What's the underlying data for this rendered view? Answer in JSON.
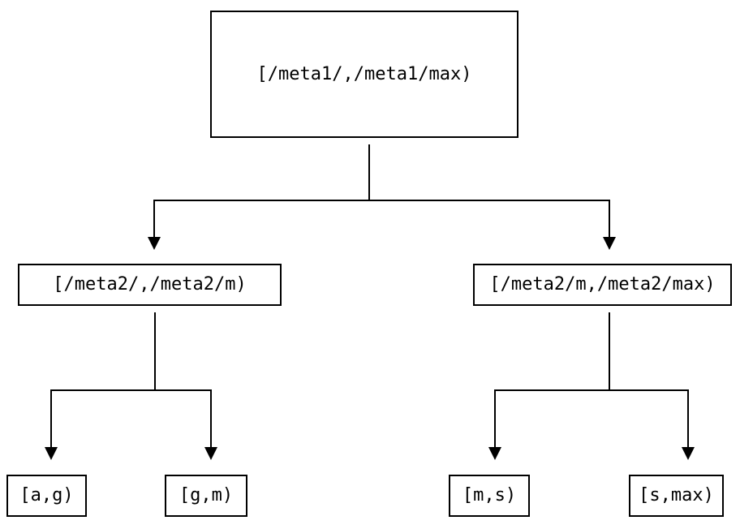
{
  "diagram": {
    "root": {
      "label": "[/meta1/,/meta1/max)"
    },
    "children": [
      {
        "label": "[/meta2/,/meta2/m)"
      },
      {
        "label": "[/meta2/m,/meta2/max)"
      }
    ],
    "leaves": [
      {
        "label": "[a,g)"
      },
      {
        "label": "[g,m)"
      },
      {
        "label": "[m,s)"
      },
      {
        "label": "[s,max)"
      }
    ]
  },
  "colors": {
    "background": "#ffffff",
    "line": "#000000",
    "text": "#000000"
  }
}
